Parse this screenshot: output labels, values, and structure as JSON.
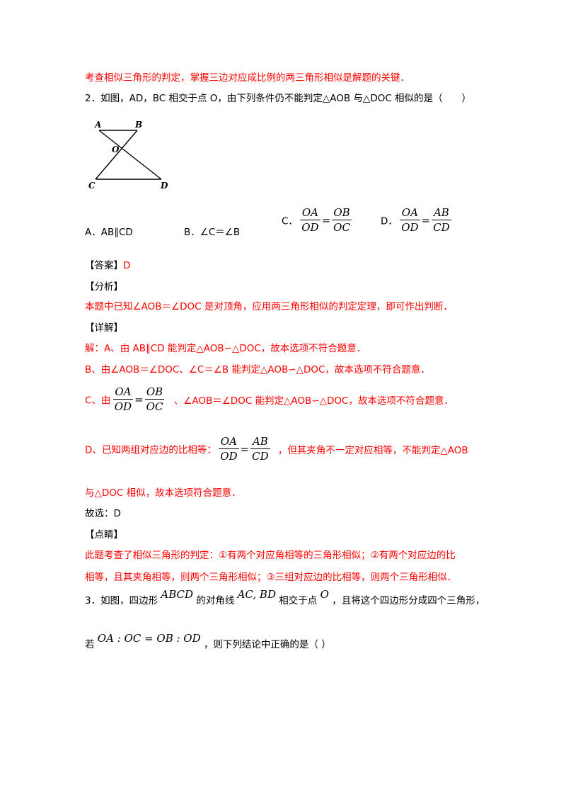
{
  "intro_line": "考查相似三角形的判定，掌握三边对应成比例的两三角形相似是解题的关键．",
  "q2": {
    "stem": "2．如图，AD，BC 相交于点 O，由下列条件仍不能判定△AOB 与△DOC 相似的是（　　）",
    "figure_labels": {
      "A": "A",
      "B": "B",
      "O": "O",
      "C": "C",
      "D": "D"
    },
    "options": {
      "a": "A．AB∥CD",
      "b": "B．∠C＝∠B",
      "c_label": "C．",
      "c_frac1_num": "OA",
      "c_frac1_den": "OD",
      "c_eq": "=",
      "c_frac2_num": "OB",
      "c_frac2_den": "OC",
      "d_label": "D．",
      "d_frac1_num": "OA",
      "d_frac1_den": "OD",
      "d_eq": "=",
      "d_frac2_num": "AB",
      "d_frac2_den": "CD"
    },
    "answer_tag": "【答案】",
    "answer_value": "D",
    "analysis_tag": "【分析】",
    "analysis_text": "本题中已知∠AOB＝∠DOC 是对顶角，应用两三角形相似的判定定理，即可作出判断．",
    "detail_tag": "【详解】",
    "detail_a": "解：A、由 AB∥CD 能判定△AOB∽△DOC，故本选项不符合题意．",
    "detail_b": "B、由∠AOB＝∠DOC、∠C＝∠B 能判定△AOB∽△DOC，故本选项不符合题意．",
    "detail_c_prefix": "C、由",
    "detail_c_f1_num": "OA",
    "detail_c_f1_den": "OD",
    "detail_c_eq": "=",
    "detail_c_f2_num": "OB",
    "detail_c_f2_den": "OC",
    "detail_c_suffix": "、∠AOB＝∠DOC 能判定△AOB∽△DOC，故本选项不符合题意．",
    "detail_d_prefix": "D、已知两组对应边的比相等：",
    "detail_d_f1_num": "OA",
    "detail_d_f1_den": "OD",
    "detail_d_eq": "=",
    "detail_d_f2_num": "AB",
    "detail_d_f2_den": "CD",
    "detail_d_suffix": "，但其夹角不一定对应相等，不能判定△AOB",
    "detail_d_cont": "与△DOC 相似，故本选项符合题意．",
    "choose": "故选：D",
    "comment_tag": "【点睛】",
    "comment_1": "此题考查了相似三角形的判定：①有两个对应角相等的三角形相似；②有两个对应边的比",
    "comment_2": "相等，且其夹角相等，则两个三角形相似；③三组对应边的比相等，则两个三角形相似．"
  },
  "q3": {
    "stem_prefix": "3．如图，四边形",
    "quad": "ABCD",
    "stem_mid1": "的对角线",
    "diagonals": "AC, BD",
    "stem_mid2": "相交于点",
    "point": "O",
    "stem_suffix": "，且将这个四边形分成四个三角形，",
    "cond_prefix": "若",
    "cond_math": "OA : OC = OB : OD",
    "cond_suffix": "，则下列结论中正确的是（ ）"
  }
}
